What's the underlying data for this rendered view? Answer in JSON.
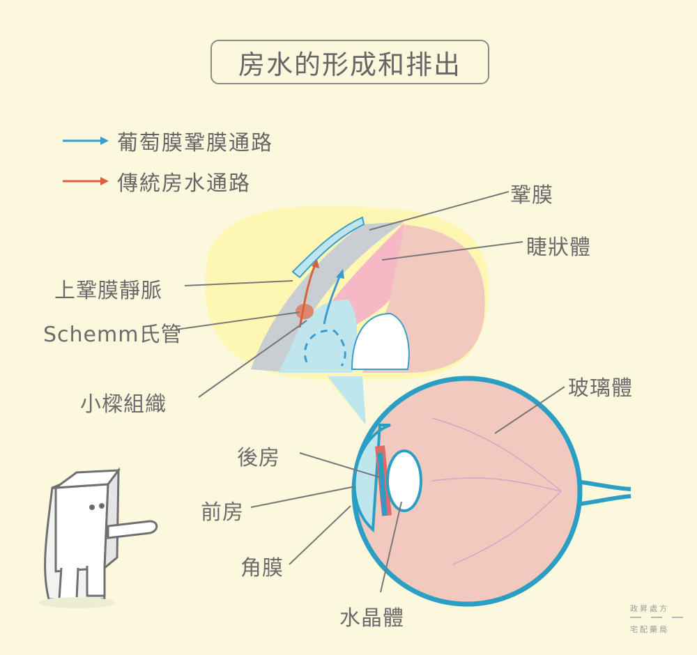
{
  "title": "房水的形成和排出",
  "legend": [
    {
      "label": "葡萄膜鞏膜通路",
      "color": "#3a9ccc"
    },
    {
      "label": "傳統房水通路",
      "color": "#d9603a"
    }
  ],
  "labels": {
    "sclera": "鞏膜",
    "ciliary_body": "睫狀體",
    "episcleral_vein": "上鞏膜靜脈",
    "schlemm_canal": "Schemm氏管",
    "trabecular_meshwork": "小樑組織",
    "vitreous": "玻璃體",
    "posterior_chamber": "後房",
    "anterior_chamber": "前房",
    "cornea": "角膜",
    "lens": "水晶體"
  },
  "credit": {
    "line1": "政昇處方",
    "line2": "宅配藥局"
  },
  "colors": {
    "background": "#fbf8de",
    "bubble": "#fdf7b3",
    "eye_outline": "#2b9ec4",
    "eye_fill": "#f2c9bf",
    "aqueous": "#bfe6ec",
    "sclera_band": "#c9ced3",
    "ciliary": "#f7b8c6"
  }
}
